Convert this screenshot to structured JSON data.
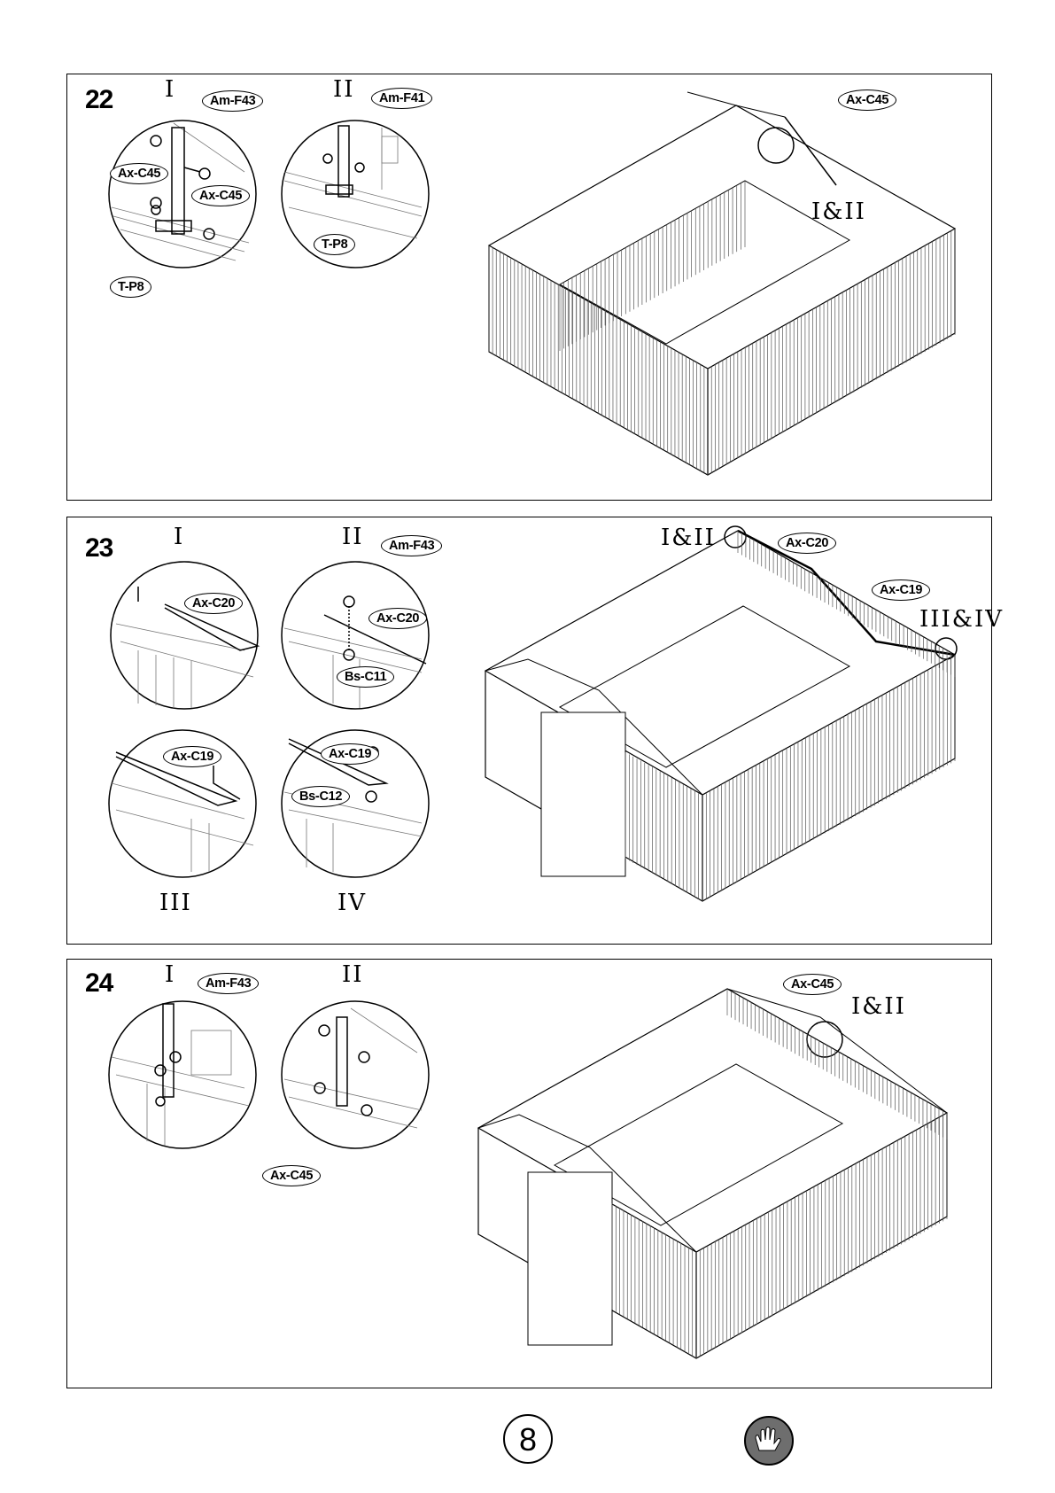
{
  "steps": [
    {
      "number": "22",
      "detail_labels": [
        "I",
        "II"
      ],
      "overview_label": "I&II",
      "tags": {
        "d1_top": "Am-F43",
        "d1_left": "Ax-C45",
        "d1_right": "Ax-C45",
        "d1_bottom": "T-P8",
        "d2_top": "Am-F41",
        "d2_bottom": "T-P8",
        "overview": "Ax-C45"
      }
    },
    {
      "number": "23",
      "detail_labels": [
        "I",
        "II",
        "III",
        "IV"
      ],
      "overview_labels": [
        "I&II",
        "III&IV"
      ],
      "tags": {
        "d1": "Ax-C20",
        "d2_top": "Am-F43",
        "d2_mid": "Ax-C20",
        "d2_bottom": "Bs-C11",
        "d3": "Ax-C19",
        "d4_top": "Ax-C19",
        "d4_left": "Bs-C12",
        "overview_a": "Ax-C20",
        "overview_b": "Ax-C19"
      }
    },
    {
      "number": "24",
      "detail_labels": [
        "I",
        "II"
      ],
      "overview_label": "I&II",
      "tags": {
        "d1_top": "Am-F43",
        "d2_bottom": "Ax-C45",
        "overview": "Ax-C45"
      }
    }
  ],
  "page_number": "8",
  "icons": {
    "footer": "gloves-icon"
  }
}
